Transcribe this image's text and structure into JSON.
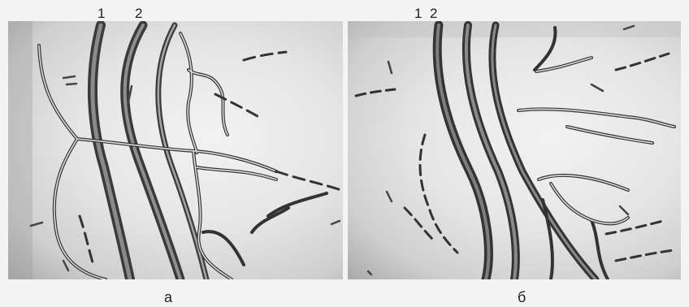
{
  "figure": {
    "panel_a": {
      "caption": "а",
      "vessel_labels": [
        "1",
        "2"
      ]
    },
    "panel_b": {
      "caption": "б",
      "vessel_labels": [
        "1",
        "2"
      ]
    }
  }
}
